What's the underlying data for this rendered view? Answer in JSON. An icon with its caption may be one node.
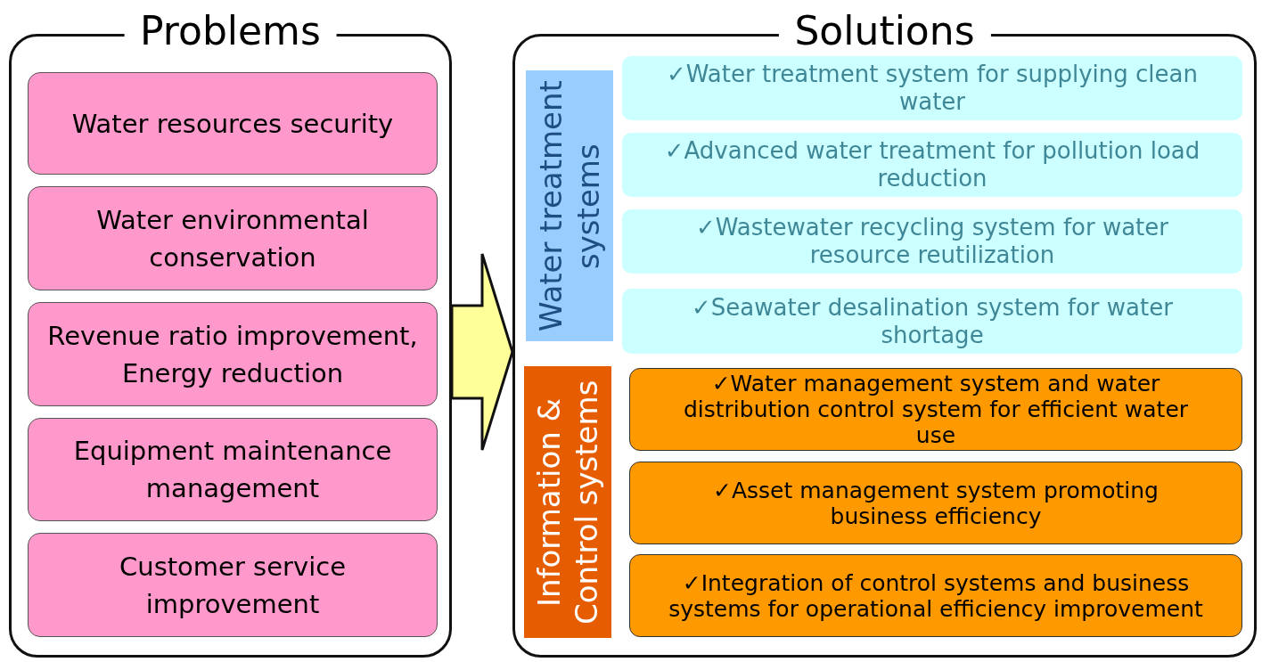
{
  "diagram": {
    "nodes": [
      {
        "text": [
          "Problems"
        ]
      },
      {
        "text": [
          "Water resources security"
        ],
        "in": 0
      },
      {
        "text": [
          "Water environmental conservation"
        ],
        "in": 0
      },
      {
        "text": [
          "Revenue ratio improvement, Energy reduction"
        ],
        "in": 0
      },
      {
        "text": [
          "Equipment maintenance management"
        ],
        "in": 0
      },
      {
        "text": [
          "Customer service improvement"
        ],
        "in": 0
      },
      {
        "text": [
          "Solutions"
        ]
      },
      {
        "text": [
          "Water treatment systems"
        ],
        "in": 6
      },
      {
        "text": [
          "✓Water treatment system for supplying clean water"
        ],
        "in": 6
      },
      {
        "text": [
          "✓Advanced water treatment for pollution load reduction"
        ],
        "in": 6
      },
      {
        "text": [
          "✓Wastewater recycling system for water resource reutilization"
        ],
        "in": 6
      },
      {
        "text": [
          "✓Seawater desalination system for water shortage"
        ],
        "in": 6
      },
      {
        "text": [
          "Information & Control systems"
        ],
        "in": 6
      },
      {
        "text": [
          "✓Water management system and water distribution control system for efficient water use"
        ],
        "in": 6
      },
      {
        "text": [
          "✓Asset management system promoting business efficiency"
        ],
        "in": 6
      },
      {
        "text": [
          "✓Integration of control systems and business systems for operational efficiency improvement"
        ],
        "in": 6
      }
    ],
    "edges": [
      {
        "from": 0,
        "to": 6,
        "arrow": "to"
      }
    ]
  }
}
